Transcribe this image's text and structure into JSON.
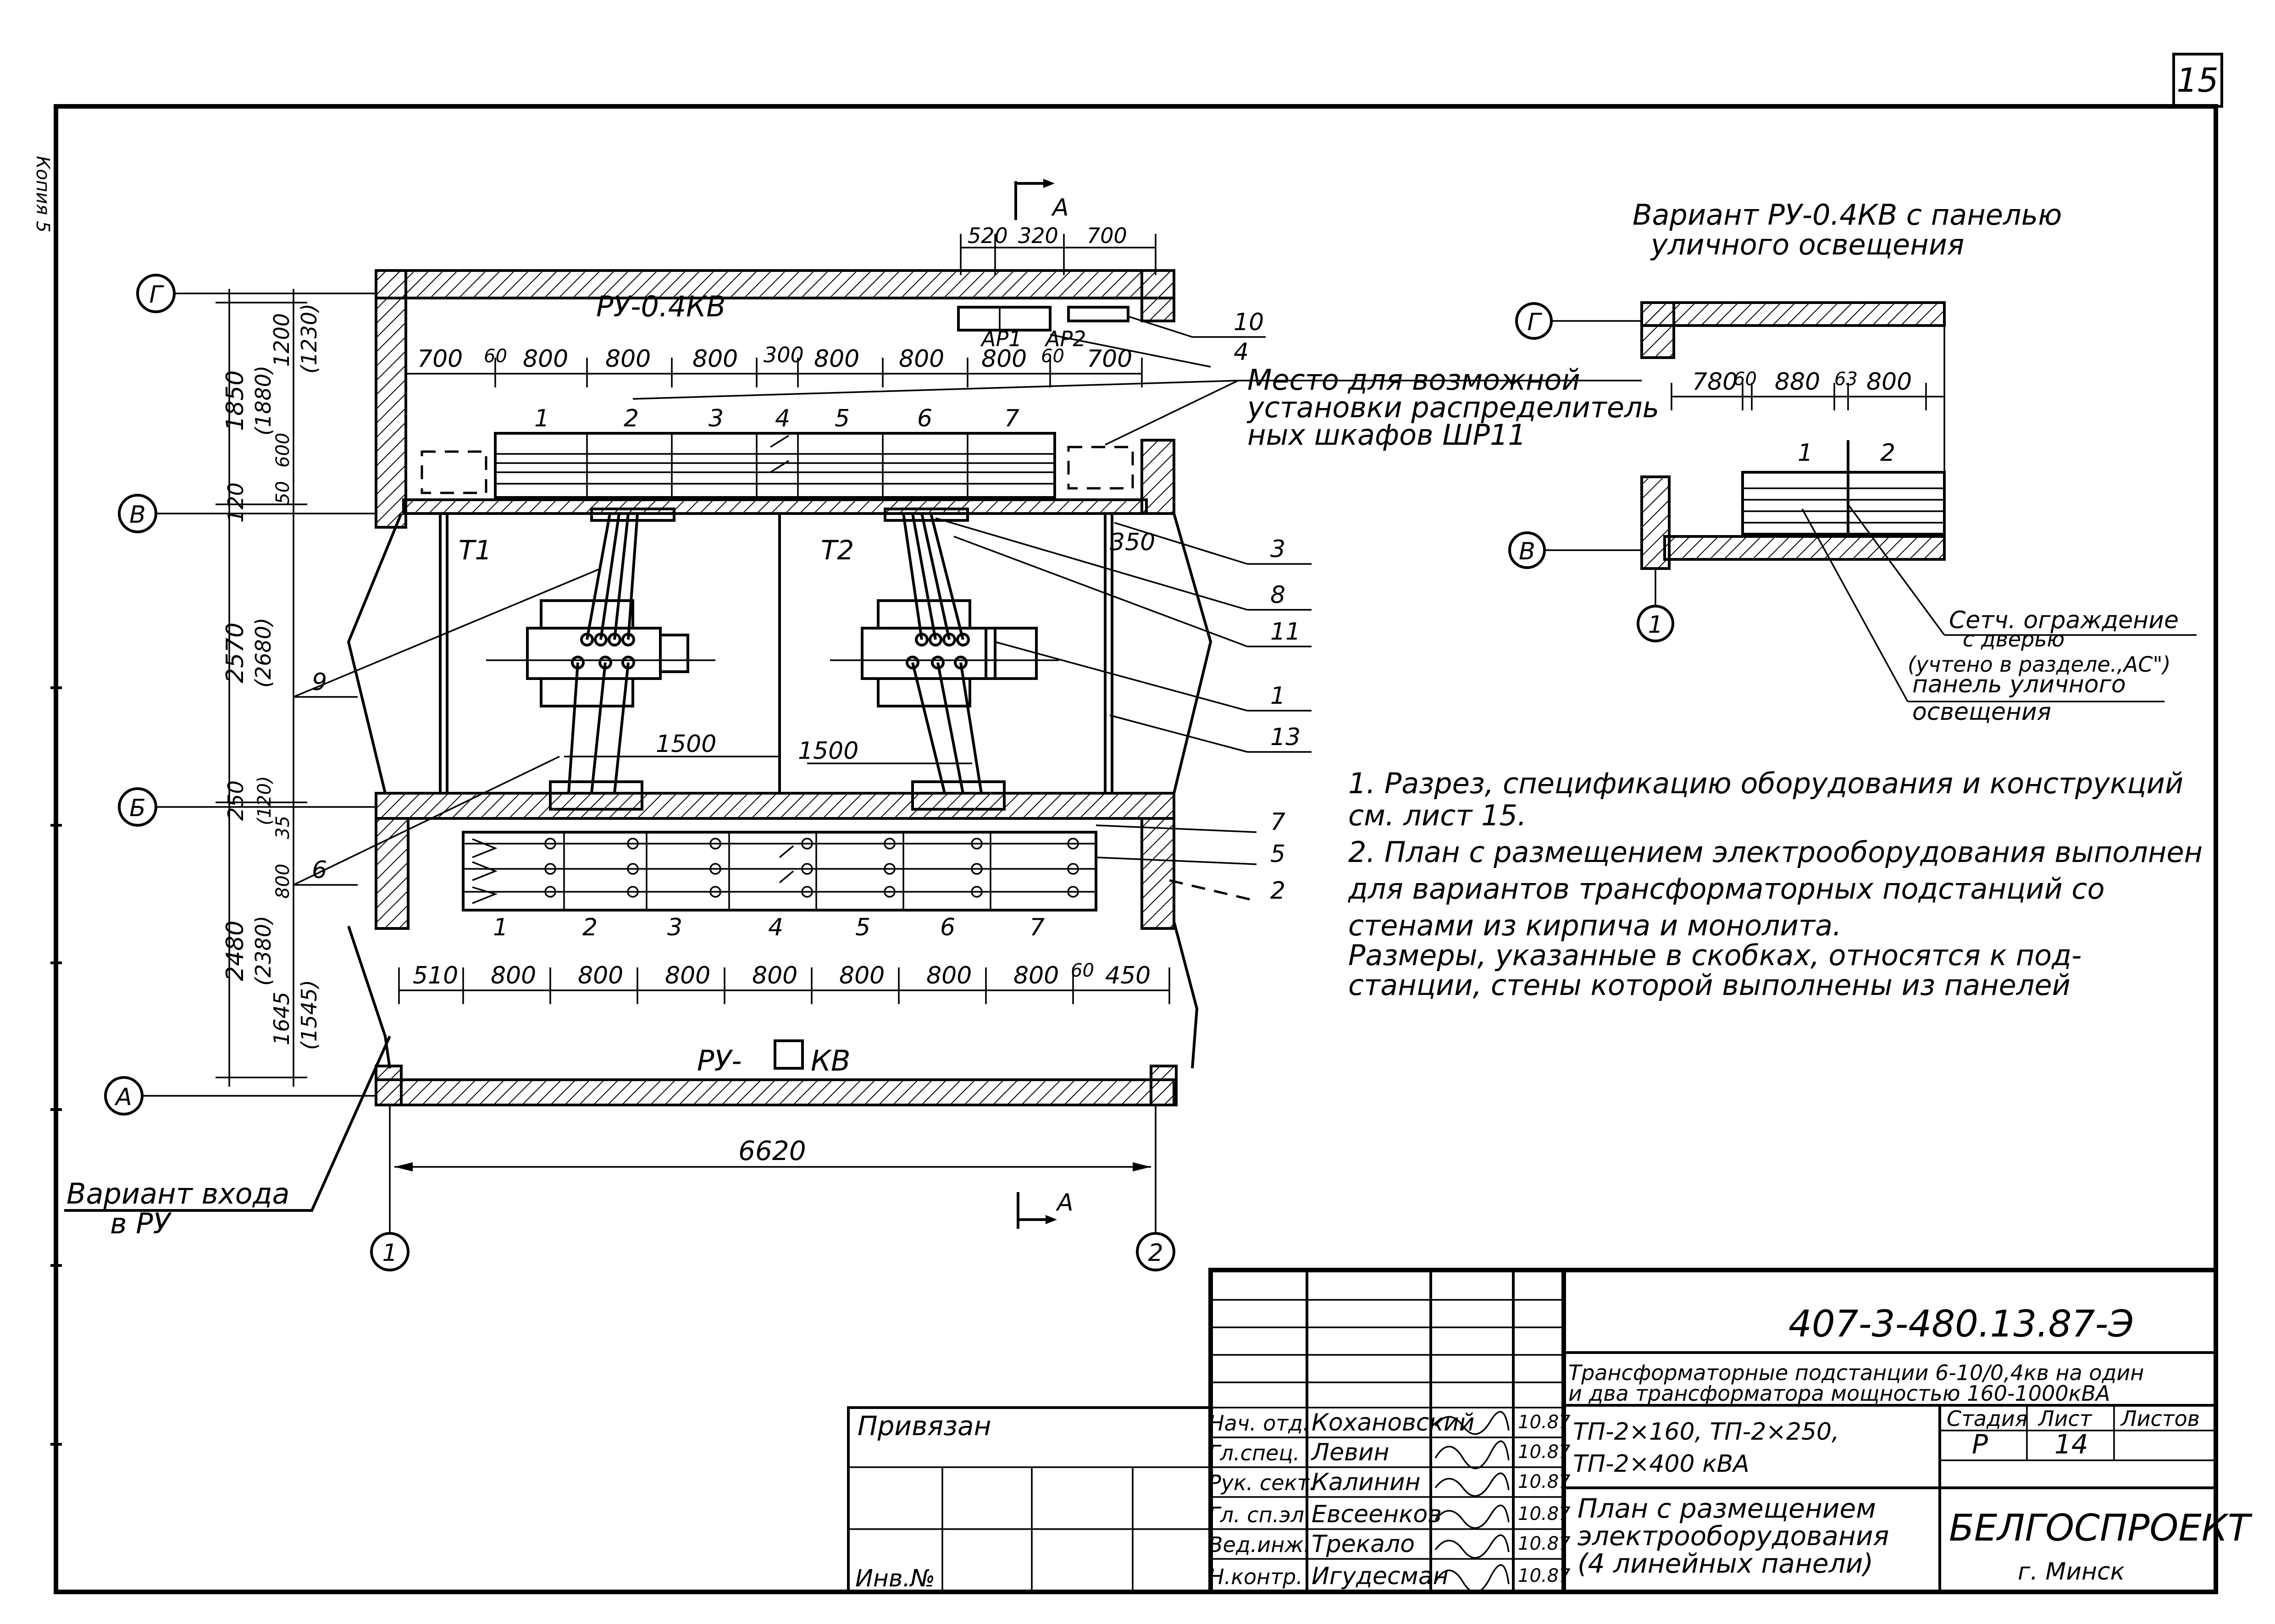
{
  "sheet_corner_number": "15",
  "section_mark": "А",
  "axes": {
    "g": "Г",
    "v": "В",
    "b": "Б",
    "a": "А",
    "one": "1",
    "two": "2"
  },
  "rooms": {
    "ru_top": "РУ-0.4КВ",
    "ru_bottom_prefix": "РУ-",
    "ru_bottom_suffix": "КВ",
    "t1": "Т1",
    "t2": "Т2"
  },
  "dims_top": [
    "520",
    "320",
    "700"
  ],
  "dims_top_row": [
    "700",
    "60",
    "800",
    "800",
    "800",
    "300",
    "800",
    "800",
    "800",
    "60",
    "700"
  ],
  "dims_bottom_row": [
    "510",
    "800",
    "800",
    "800",
    "800",
    "800",
    "800",
    "800",
    "60",
    "450"
  ],
  "dims_overall": "6620",
  "dims_left": [
    "1850",
    "(1880)",
    "1200",
    "(1230)",
    "50",
    "600",
    "120",
    "2570",
    "(2680)",
    "250",
    "(120)",
    "35",
    "800",
    "2480",
    "(2380)",
    "1645",
    "(1545)"
  ],
  "dims_inner": [
    "1500",
    "1500",
    "350"
  ],
  "ap_labels": [
    "АР1",
    "АР2"
  ],
  "panel_numbers": [
    "1",
    "2",
    "3",
    "4",
    "5",
    "6",
    "7"
  ],
  "callouts": [
    "10",
    "4",
    "3",
    "8",
    "11",
    "1",
    "13",
    "7",
    "5",
    "2",
    "9",
    "6"
  ],
  "place_note": [
    "Место для возможной",
    "установки распределитель",
    "ных шкафов ШР11"
  ],
  "entry_variant": [
    "Вариант входа",
    "в РУ"
  ],
  "variant": {
    "title": [
      "Вариант РУ-0.4КВ с панелью",
      "уличного освещения"
    ],
    "dims": [
      "780",
      "60",
      "880",
      "63",
      "800"
    ],
    "panels": [
      "1",
      "2"
    ],
    "fence": [
      "Сетч. ограждение",
      "с дверью",
      "(учтено в разделе.,АС\")"
    ],
    "street_panel": [
      "панель уличного",
      "освещения"
    ]
  },
  "notes": [
    "1. Разрез, спецификацию оборудования и конструкций",
    "см. лист 15.",
    "2. План с размещением электрооборудования выполнен",
    "для вариантов трансформаторных подстанций со",
    "стенами из кирпича и монолита.",
    "Размеры, указанные в скобках, относятся к под-",
    "станции, стены которой выполнены из панелей"
  ],
  "title_block": {
    "code": "407-3-480.13.87-Э",
    "desc1": "Трансформаторные подстанции 6-10/0,4кв на один",
    "desc2": "и два трансформатора мощностью 160-1000кВА",
    "types1": "ТП-2×160, ТП-2×250,",
    "types2": "ТП-2×400 кВА",
    "stage_h": "Стадия",
    "sheet_h": "Лист",
    "sheets_h": "Листов",
    "stage": "Р",
    "sheet": "14",
    "plan1": "План с размещением",
    "plan2": "электрооборудования",
    "plan3": "(4 линейных панели)",
    "org": "БЕЛГОСПРОЕКТ",
    "city": "г. Минск",
    "bound": "Привязан",
    "inv": "Инв.№",
    "roles": [
      "Нач. отд.",
      "Гл.спец.",
      "Рук. сект.",
      "Гл. сп.эл.",
      "Вед.инж.",
      "Н.контр."
    ],
    "names": [
      "Кохановский",
      "Левин",
      "Калинин",
      "Евсеенков",
      "Трекало",
      "Игудесман"
    ],
    "dates": [
      "10.87",
      "10.87",
      "10.87",
      "10.87",
      "10.87",
      "10.87"
    ]
  },
  "margin_text": "Копия 5"
}
